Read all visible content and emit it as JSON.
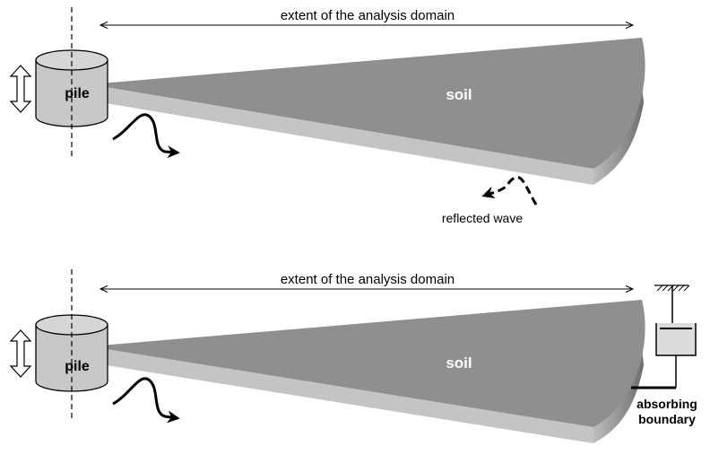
{
  "colors": {
    "soil_top": "#8f8f8f",
    "soil_side": "#c4c4c4",
    "pile_fill": "#c8c8c8",
    "line": "#000000",
    "damper_fill": "#dcdcdc"
  },
  "panels": [
    {
      "dimension_label": "extent of the analysis domain",
      "soil_label": "soil",
      "pile_label": "pile",
      "annotation": "reflected wave"
    },
    {
      "dimension_label": "extent of the analysis domain",
      "soil_label": "soil",
      "pile_label": "pile",
      "boundary_label_line1": "absorbing",
      "boundary_label_line2": "boundary"
    }
  ]
}
